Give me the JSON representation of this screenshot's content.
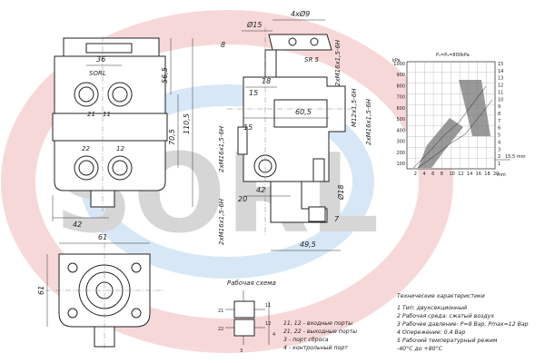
{
  "watermark": {
    "text": "SORL",
    "color": "#d42e2e",
    "secondary_color": "#2f7fd1"
  },
  "front_view": {
    "dims": {
      "top_width": "36",
      "bottom_width": "42",
      "h1": "56,5",
      "h2": "70,5",
      "h3": "110,5"
    },
    "marking": "SORL",
    "ports": [
      "21",
      "11",
      "22",
      "12"
    ]
  },
  "side_view": {
    "dims": {
      "holes": "4xØ9",
      "bore": "Ø15",
      "d8": "8",
      "d18": "18",
      "d15a": "15",
      "d15b": "15",
      "d60_5": "60,5",
      "d42": "42",
      "d20": "20",
      "d_phi18": "Ø18",
      "d7": "7",
      "d49_5": "49,5"
    },
    "threads": {
      "top": "SR 5",
      "t1": "2хМ16х1,5-6Н",
      "t2": "М12х1,5-6Н",
      "t3": "2хМ16х1,5-6Н",
      "t4": "2хМ16х1,5-6Н",
      "t5": "2хМ16х1,5-6Н"
    }
  },
  "bottom_view": {
    "dims": {
      "w": "61",
      "h": "61"
    }
  },
  "chart": {
    "title": "P₁=P₂=800kPa",
    "left_axis_label": "kPa",
    "left_ticks": [
      "1000",
      "900",
      "800",
      "700",
      "600",
      "500",
      "400",
      "300",
      "200",
      "100"
    ],
    "right_ticks": [
      "15",
      "14",
      "13",
      "12",
      "11",
      "10",
      "9",
      "8",
      "7",
      "6",
      "5",
      "4",
      "3",
      "2",
      "1"
    ],
    "bottom_ticks": [
      "2",
      "4",
      "6",
      "8",
      "10",
      "12",
      "14",
      "16",
      "18",
      "20"
    ],
    "x_label": "mm",
    "annotation": "15,5 mm"
  },
  "scheme": {
    "title": "Рабочая схема",
    "port_labels": [
      "21",
      "22",
      "11",
      "12",
      "3",
      "4"
    ],
    "legend": [
      "11, 12 - входные порты",
      "21, 22 - выходные порты",
      "3 - порт сброса",
      "4 - контрольный порт"
    ]
  },
  "specs": {
    "title": "Технические характеристики",
    "items": [
      "1  Тип: двухсекционный",
      "2  Рабочая среда: сжатый воздух",
      "3  Рабочее давление: P=8 Bар, Pmax=12 Bар",
      "4  Опережение: 0,4 Bар",
      "5  Рабочий температурный режим",
      "-40°C до +80°C"
    ]
  }
}
